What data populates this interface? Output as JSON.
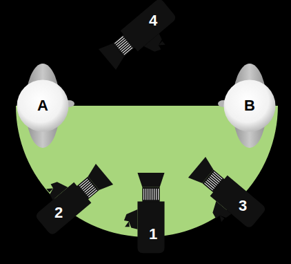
{
  "diagram": {
    "nodes": [
      {
        "text": [
          "4"
        ]
      },
      {
        "text": [
          "A"
        ]
      },
      {
        "text": [
          "B"
        ]
      },
      {
        "text": [
          "2"
        ]
      },
      {
        "text": [
          "1"
        ]
      },
      {
        "text": [
          "3"
        ]
      }
    ]
  }
}
